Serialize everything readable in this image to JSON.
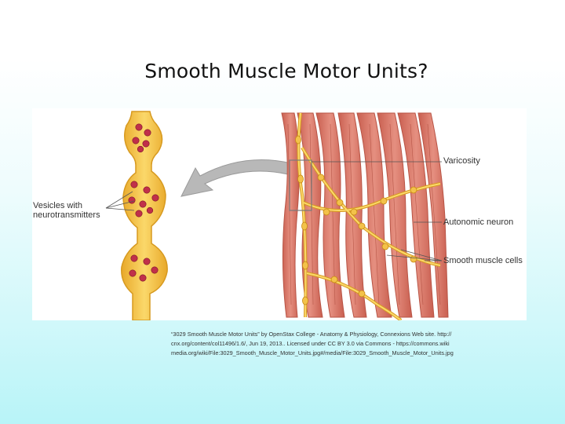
{
  "slide": {
    "title": "Smooth Muscle Motor Units?"
  },
  "figure": {
    "labels": {
      "vesicles_line1": "Vesicles with",
      "vesicles_line2": "neurotransmitters",
      "varicosity": "Varicosity",
      "autonomic_neuron": "Autonomic neuron",
      "smooth_muscle_cells": "Smooth muscle cells"
    },
    "colors": {
      "muscle": "#d9786a",
      "muscle_dark": "#b85445",
      "neuron": "#f3c24a",
      "neuron_outline": "#d79a20",
      "vesicle": "#c0304a",
      "arrow": "#b8b8b8"
    }
  },
  "caption": {
    "text": "“3029 Smooth Muscle Motor Units” by OpenStax College - Anatomy & Physiology, Connexions Web site. http://cnx.org/content/col11496/1.6/, Jun 19, 2013.. Licensed under CC BY 3.0 via Commons - https://commons.wikimedia.org/wiki/File:3029_Smooth_Muscle_Motor_Units.jpg#/media/File:3029_Smooth_Muscle_Motor_Units.jpg"
  }
}
